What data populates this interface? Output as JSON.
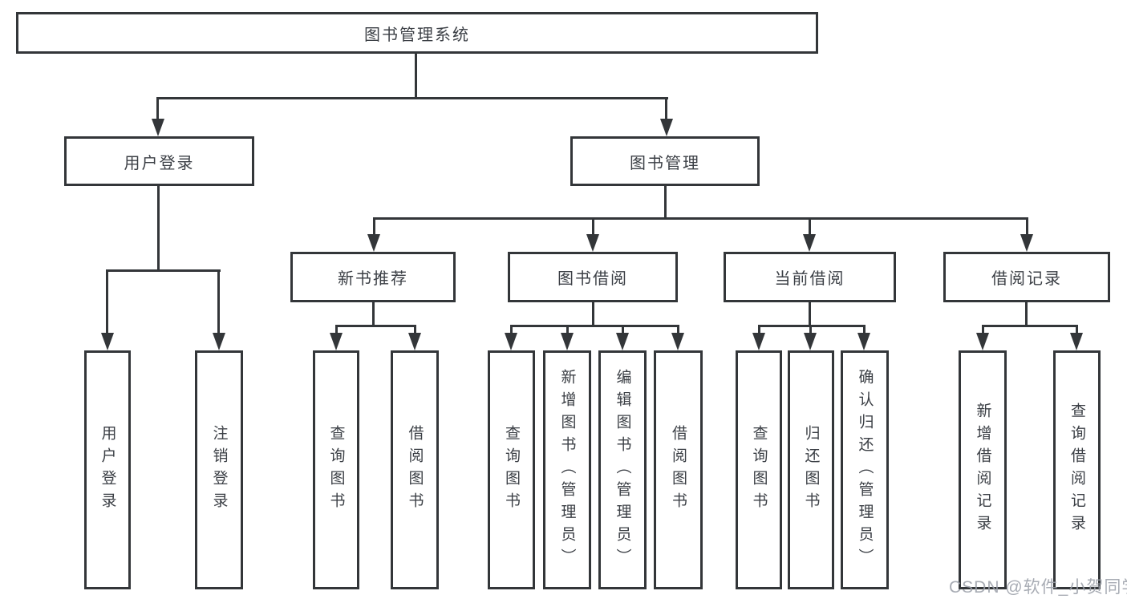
{
  "nodes": {
    "root": "图书管理系统",
    "user_login": "用户登录",
    "book_mgmt": "图书管理",
    "new_book_rec": "新书推荐",
    "book_borrowing": "图书借阅",
    "current_borrowing": "当前借阅",
    "borrow_records": "借阅记录",
    "leaf_user_login": "用户登录",
    "leaf_logout": "注销登录",
    "leaf_nb_query": "查询图书",
    "leaf_nb_borrow": "借阅图书",
    "leaf_bb_query": "查询图书",
    "leaf_bb_add": "新增图书（管理员）",
    "leaf_bb_edit": "编辑图书（管理员）",
    "leaf_bb_borrow": "借阅图书",
    "leaf_cb_query": "查询图书",
    "leaf_cb_return": "归还图书",
    "leaf_cb_confirm": "确认归还（管理员）",
    "leaf_rec_add": "新增借阅记录",
    "leaf_rec_query": "查询借阅记录"
  },
  "watermark": "CSDN @软件_小贺同学",
  "colors": {
    "line": "#333639",
    "text": "#3b3f45",
    "watermark": "#9ca1aa"
  }
}
